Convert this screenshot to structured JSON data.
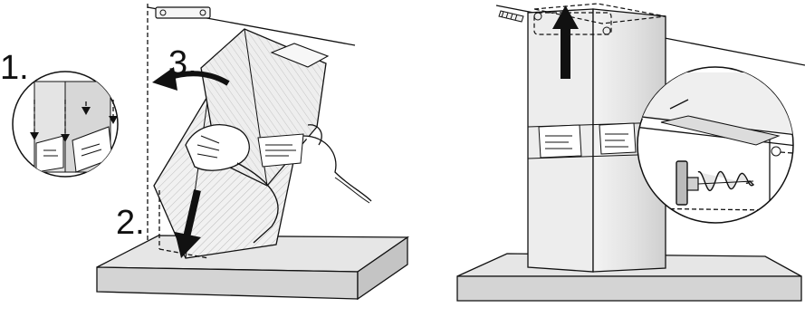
{
  "steps": [
    {
      "number": "1.",
      "description": ""
    },
    {
      "number": "2.",
      "description": ""
    },
    {
      "number": "3.",
      "description": ""
    }
  ],
  "panels": [
    {
      "name": "left-installation-panel",
      "shows": "chimney-fitting"
    },
    {
      "name": "right-installation-panel",
      "shows": "chimney-fixing"
    }
  ],
  "icons": [
    "curved-arrow-icon",
    "down-arrow-icon",
    "up-arrow-icon",
    "screw-icon",
    "wall-plug-icon"
  ],
  "colors": {
    "line": "#111111",
    "surface": "#ffffff",
    "shade": "#d9d9d9",
    "arrow": "#111111"
  }
}
